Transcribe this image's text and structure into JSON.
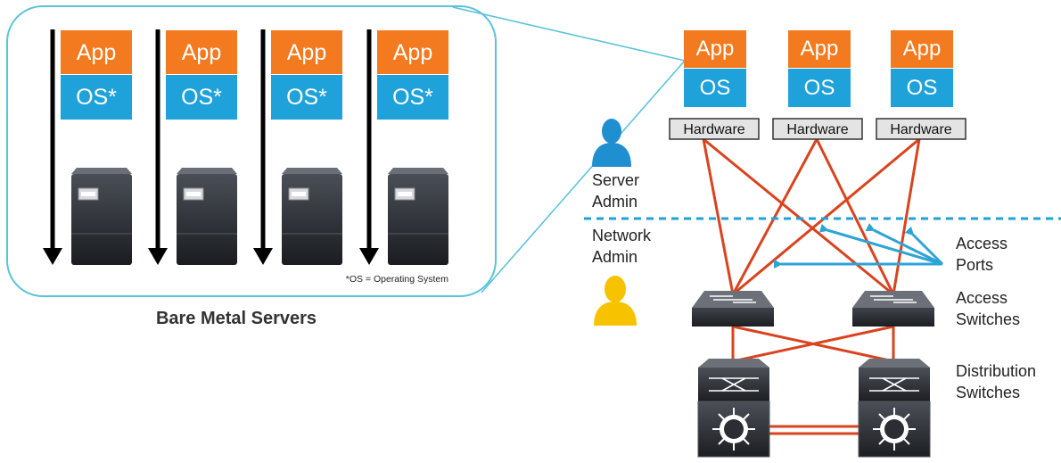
{
  "bare_metal": {
    "app_label": "App",
    "os_label": "OS*",
    "footnote": "*OS = Operating System",
    "caption": "Bare Metal Servers"
  },
  "virtual_hosts": {
    "app_label": "App",
    "os_label": "OS",
    "hardware_label": "Hardware"
  },
  "roles": {
    "server_admin": [
      "Server",
      "Admin"
    ],
    "network_admin": [
      "Network",
      "Admin"
    ]
  },
  "labels": {
    "access_ports": [
      "Access",
      "Ports"
    ],
    "access_switches": [
      "Access",
      "Switches"
    ],
    "distribution_switches": [
      "Distribution",
      "Switches"
    ]
  },
  "colors": {
    "app": "#f37a1f",
    "os": "#1ea2d9",
    "link": "#d9431e",
    "port_arrow": "#2ea3d6",
    "server_admin": "#1f8fd0",
    "network_admin": "#f7c300",
    "frame": "#5bc3d9"
  }
}
